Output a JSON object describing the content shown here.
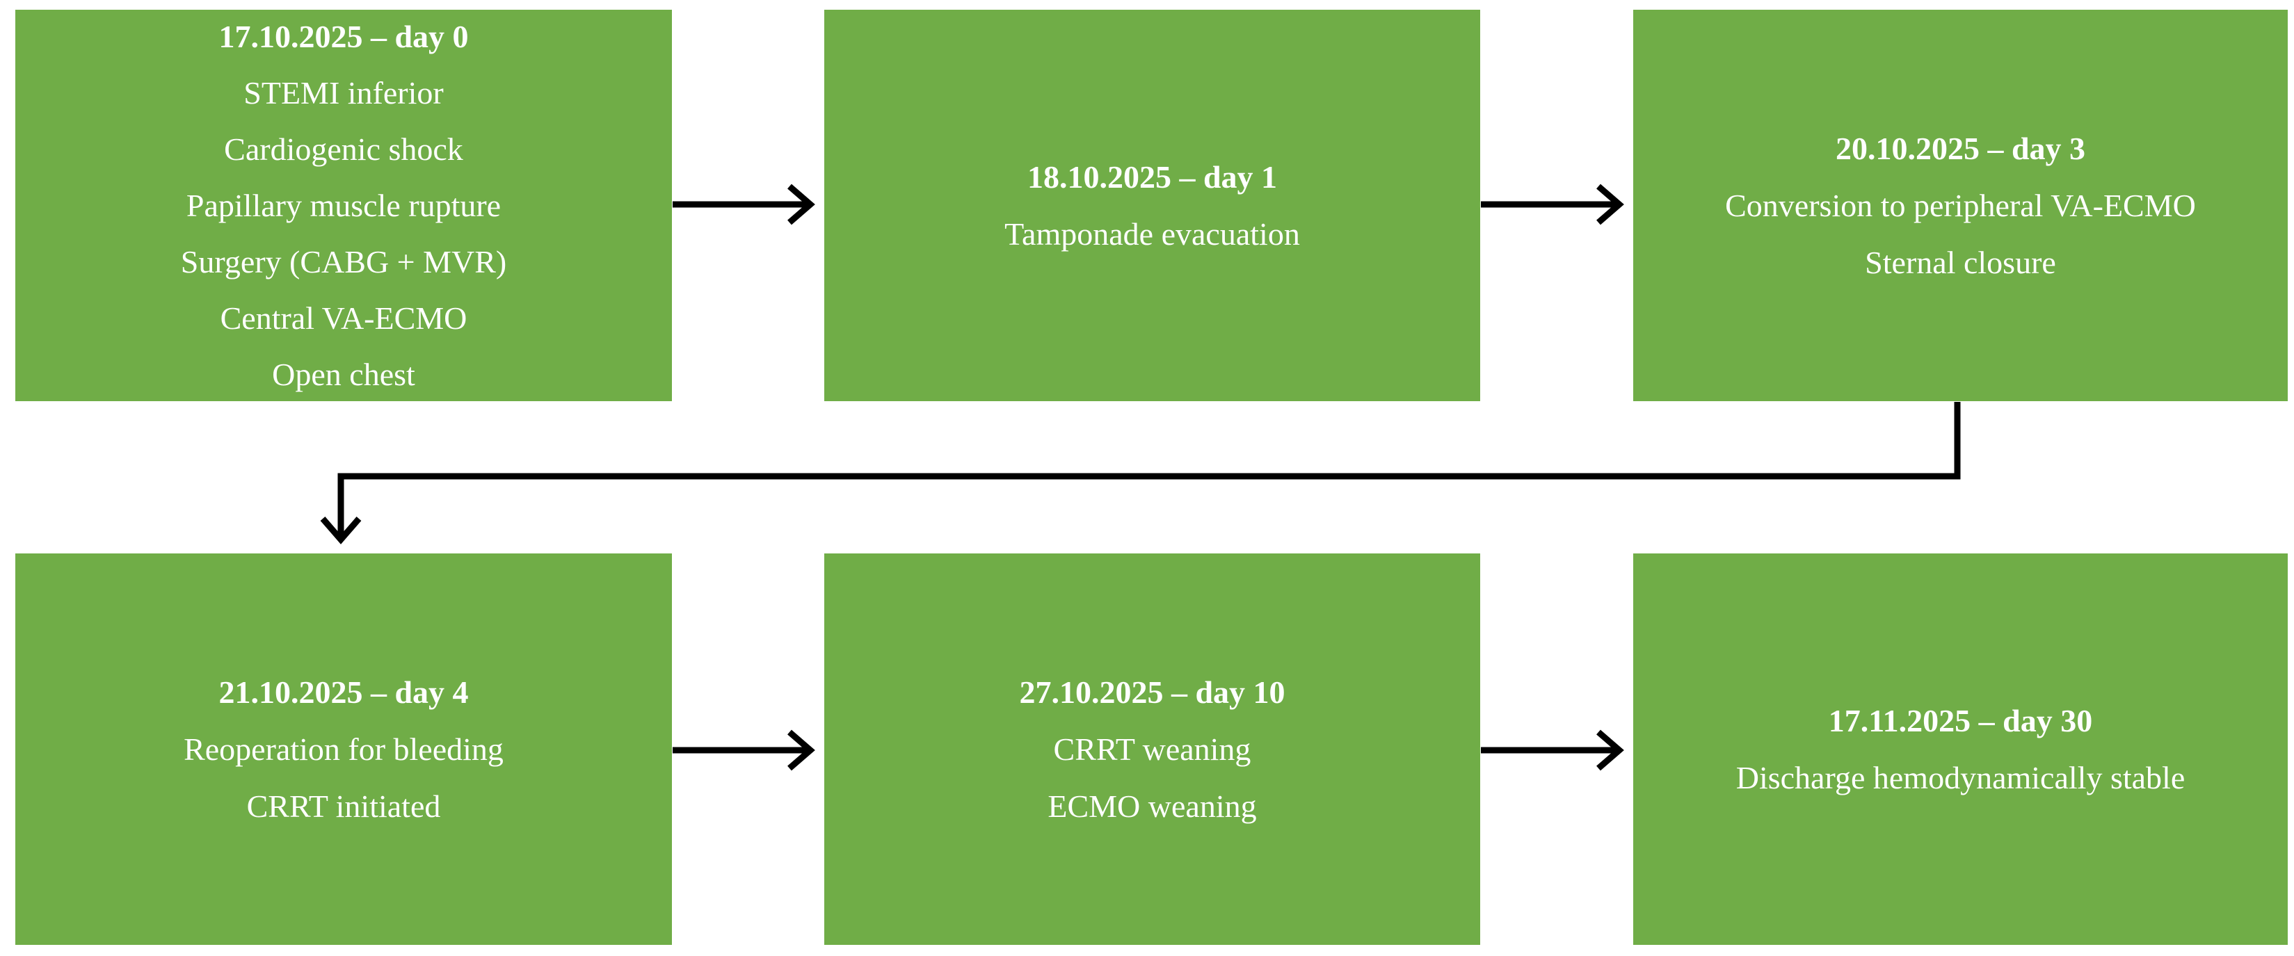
{
  "timeline": {
    "events": [
      {
        "date": "17.10.2025 – day 0",
        "lines": [
          "STEMI inferior",
          "Cardiogenic shock",
          "Papillary muscle rupture",
          "Surgery (CABG + MVR)",
          "Central VA-ECMO",
          "Open chest"
        ]
      },
      {
        "date": "18.10.2025 – day 1",
        "lines": [
          "Tamponade evacuation"
        ]
      },
      {
        "date": "20.10.2025 – day 3",
        "lines": [
          "Conversion to peripheral VA-ECMO",
          "Sternal closure"
        ]
      },
      {
        "date": "21.10.2025 – day 4",
        "lines": [
          "Reoperation for bleeding",
          "CRRT initiated"
        ]
      },
      {
        "date": "27.10.2025 – day 10",
        "lines": [
          "CRRT weaning",
          "ECMO weaning"
        ]
      },
      {
        "date": "17.11.2025 – day 30",
        "lines": [
          "Discharge hemodynamically stable"
        ]
      }
    ]
  },
  "colors": {
    "box_fill": "#70ad47",
    "box_text": "#ffffff",
    "arrow": "#000000"
  }
}
